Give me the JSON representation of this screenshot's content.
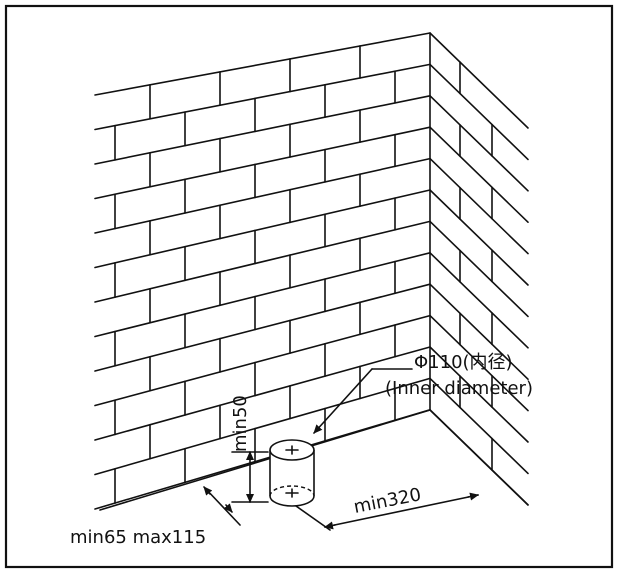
{
  "diagram": {
    "pipe_diameter": "Φ110(内径)",
    "pipe_diameter_note": "(Inner diameter)",
    "height_label": "min50",
    "side_distance_label": "min320",
    "back_distance_label": "min65 max115"
  }
}
